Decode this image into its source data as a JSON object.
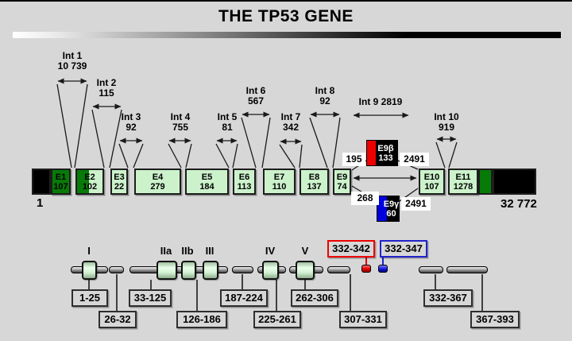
{
  "title": "THE TP53 GENE",
  "colors": {
    "background": "#d7d7d7",
    "exon_light_green": "#ccf2cc",
    "exon_dark_green": "#077a07",
    "beta_red": "#ee0000",
    "gamma_blue": "#0000dd"
  },
  "gene": {
    "start_label": "1",
    "end_label": "32 772",
    "introns": [
      {
        "line1": "Int 1",
        "line2": "10 739"
      },
      {
        "line1": "Int 2",
        "line2": "115"
      },
      {
        "line1": "Int 3",
        "line2": "92"
      },
      {
        "line1": "Int 4",
        "line2": "755"
      },
      {
        "line1": "Int 5",
        "line2": "81"
      },
      {
        "line1": "Int 6",
        "line2": "567"
      },
      {
        "line1": "Int 7",
        "line2": "342"
      },
      {
        "line1": "Int 8",
        "line2": "92"
      },
      {
        "line1": "Int 9 2819",
        "line2": ""
      },
      {
        "line1": "Int 10",
        "line2": "919"
      }
    ],
    "exons": [
      {
        "label": "E1",
        "size": "107"
      },
      {
        "label": "E2",
        "size": "102"
      },
      {
        "label": "E3",
        "size": "22"
      },
      {
        "label": "E4",
        "size": "279"
      },
      {
        "label": "E5",
        "size": "184"
      },
      {
        "label": "E6",
        "size": "113"
      },
      {
        "label": "E7",
        "size": "110"
      },
      {
        "label": "E8",
        "size": "137"
      },
      {
        "label": "E9",
        "size": "74"
      },
      {
        "label": "E10",
        "size": "107"
      },
      {
        "label": "E11",
        "size": "1278"
      }
    ],
    "isoform_beta": {
      "label": "E9β",
      "size": "133",
      "left_label": "195",
      "right_label": "2491"
    },
    "isoform_gamma": {
      "label": "E9γ",
      "size": "60",
      "left_label": "268",
      "right_label": "2491"
    }
  },
  "protein": {
    "domains": [
      "I",
      "IIa",
      "IIb",
      "III",
      "IV",
      "V"
    ],
    "regions_row1": [
      "1-25",
      "33-125",
      "187-224",
      "262-306",
      "332-367"
    ],
    "regions_row2": [
      "26-32",
      "126-186",
      "225-261",
      "307-331",
      "367-393"
    ],
    "highlight_red": "332-342",
    "highlight_blue": "332-347"
  }
}
